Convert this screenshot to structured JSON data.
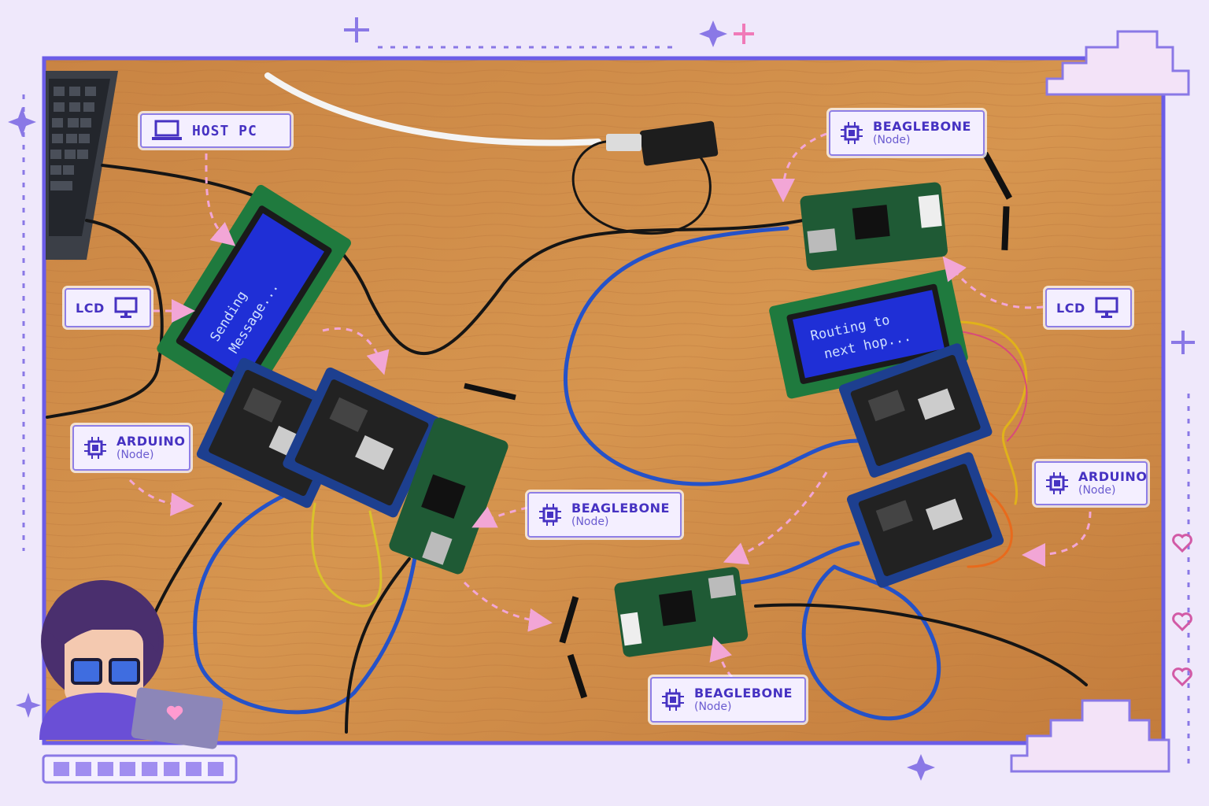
{
  "labels": {
    "host_pc": {
      "title": "HOST PC",
      "icon": "laptop-icon"
    },
    "lcd_left": {
      "title": "LCD",
      "icon": "monitor-icon"
    },
    "lcd_right": {
      "title": "LCD",
      "icon": "monitor-icon"
    },
    "arduino_left": {
      "title": "ARDUINO",
      "sub": "(Node)",
      "icon": "chip-icon"
    },
    "arduino_right": {
      "title": "ARDUINO",
      "sub": "(Node)",
      "icon": "chip-icon"
    },
    "beaglebone_top": {
      "title": "BEAGLEBONE",
      "sub": "(Node)",
      "icon": "chip-icon"
    },
    "beaglebone_mid": {
      "title": "BEAGLEBONE",
      "sub": "(Node)",
      "icon": "chip-icon"
    },
    "beaglebone_bottom": {
      "title": "BEAGLEBONE",
      "sub": "(Node)",
      "icon": "chip-icon"
    }
  },
  "lcd_screens": {
    "left": {
      "line1": "Sending",
      "line2": "Message..."
    },
    "right": {
      "line1": "Routing to",
      "line2": "next hop..."
    }
  },
  "colors": {
    "frame": "#6b5ce7",
    "desk": "#cf8a48",
    "label_text": "#4632c2",
    "arrow": "#f2a6d6",
    "lcd_screen": "#1f2fd6",
    "pcb_green": "#1f5a35",
    "cable_blue": "#2552c8"
  }
}
